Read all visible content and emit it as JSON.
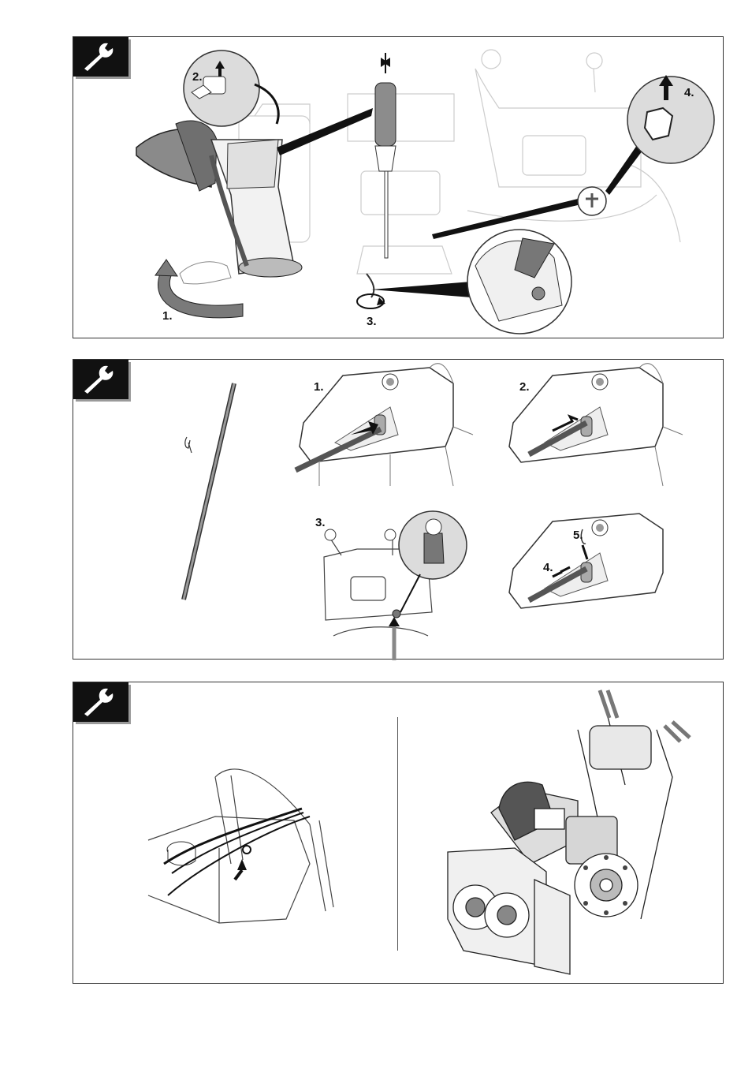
{
  "icon_names": [
    "wrench-icon"
  ],
  "panel1": {
    "steps": [
      "1.",
      "2.",
      "3.",
      "4."
    ]
  },
  "panel2": {
    "steps": [
      "1.",
      "2.",
      "3.",
      "4.",
      "5."
    ]
  },
  "panel3": {
    "steps": []
  }
}
